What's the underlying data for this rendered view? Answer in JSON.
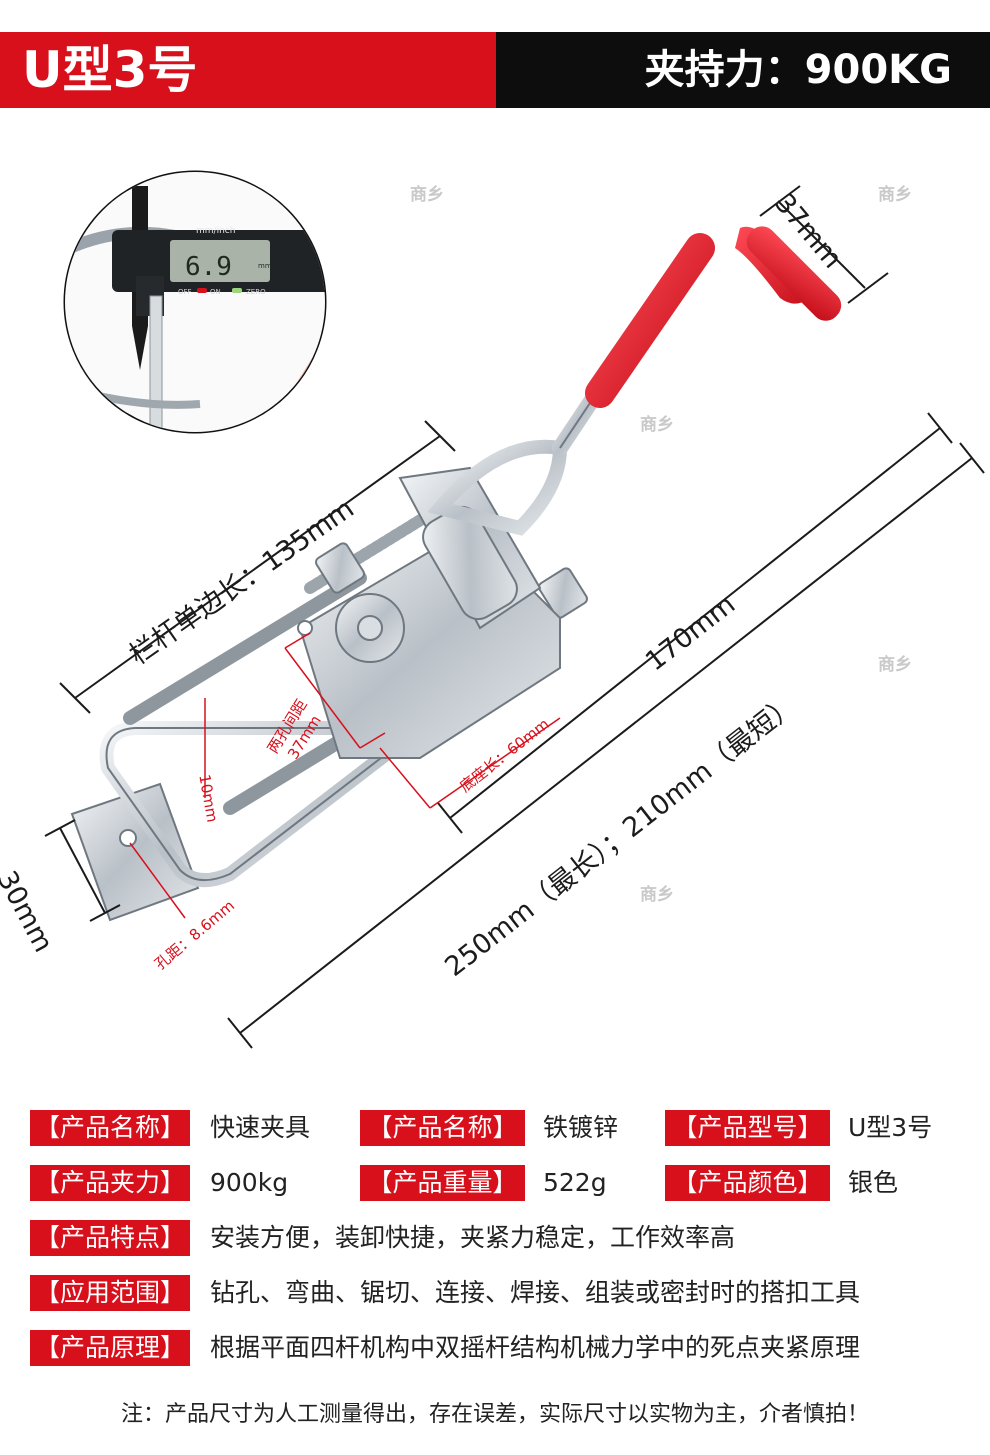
{
  "header": {
    "model": "U型3号",
    "force": "夹持力：900KG"
  },
  "colors": {
    "brand_red": "#d8101c",
    "header_black": "#0d0d0d"
  },
  "watermark": "商乡",
  "caliper": {
    "unit_label": "mm/inch",
    "reading": "6.9",
    "reading_unit": "mm",
    "off": "OFF",
    "on": "ON",
    "zero": "ZERO"
  },
  "dimensions": {
    "handle_width": "37mm",
    "rail_length": "栏杆单边长：135mm",
    "length_170": "170mm",
    "length_range": "250mm（最长）；210mm（最短）",
    "base_width": "30mm",
    "hole_spacing_label": "两孔间距",
    "hole_spacing_value": "37mm",
    "gap": "10mm",
    "base_length": "底座长：60mm",
    "hole_diameter": "孔距：8.6mm"
  },
  "specs": [
    [
      {
        "label": "【产品名称】",
        "value": "快速夹具"
      },
      {
        "label": "【产品名称】",
        "value": "铁镀锌"
      },
      {
        "label": "【产品型号】",
        "value": "U型3号"
      }
    ],
    [
      {
        "label": "【产品夹力】",
        "value": "900kg"
      },
      {
        "label": "【产品重量】",
        "value": "522g"
      },
      {
        "label": "【产品颜色】",
        "value": "银色"
      }
    ]
  ],
  "specs_wide": [
    {
      "label": "【产品特点】",
      "value": "安装方便，装卸快捷，夹紧力稳定，工作效率高"
    },
    {
      "label": "【应用范围】",
      "value": "钻孔、弯曲、锯切、连接、焊接、组装或密封时的搭扣工具"
    },
    {
      "label": "【产品原理】",
      "value": "根据平面四杆机构中双摇杆结构机械力学中的死点夹紧原理"
    }
  ],
  "note": "注：产品尺寸为人工测量得出，存在误差，实际尺寸以实物为主，介者慎拍！"
}
